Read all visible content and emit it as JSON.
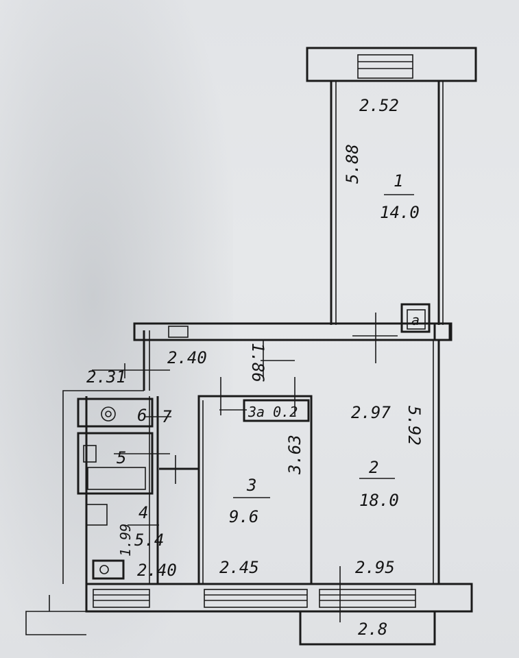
{
  "rooms": {
    "r1": {
      "number": "1",
      "area": "14.0",
      "width": "2.52",
      "length": "5.88"
    },
    "r1a": {
      "label": "a"
    },
    "r2": {
      "number": "2",
      "area": "18.0",
      "width_top": "2.97",
      "width_bottom": "2.95",
      "length": "5.92"
    },
    "r3": {
      "number": "3",
      "area": "9.6",
      "length": "3.63",
      "width": "2.45",
      "closet": "3a 0.2"
    },
    "r4": {
      "number": "4",
      "area": "5.4",
      "length": "1.99",
      "width": "2.40"
    },
    "r5": {
      "number": "5"
    },
    "r6": {
      "number": "6"
    },
    "r7": {
      "number": "7"
    },
    "hall": {
      "width": "2.40",
      "length": "1.86",
      "side": "2.31"
    },
    "balcony": {
      "length": "2.8"
    }
  }
}
